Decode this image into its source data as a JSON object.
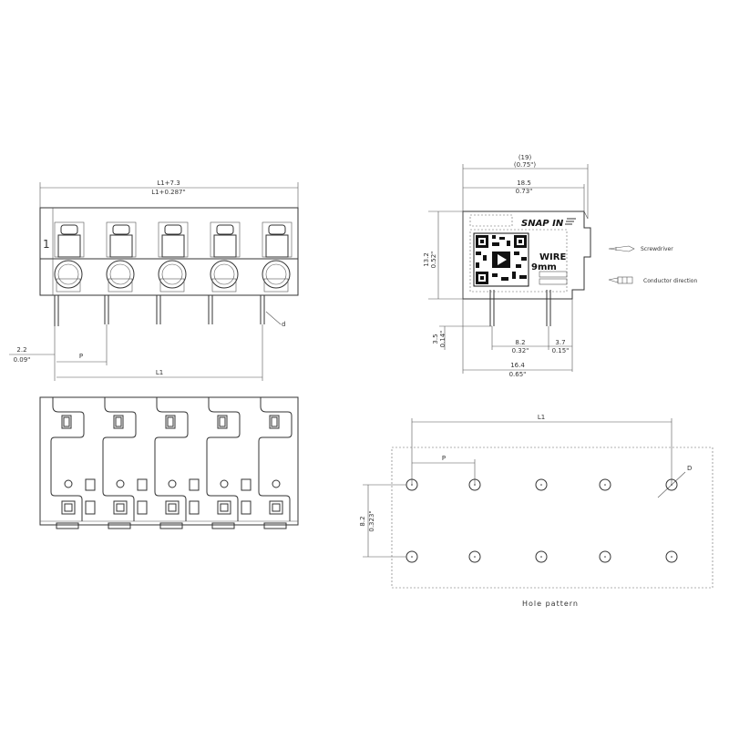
{
  "front_view": {
    "overall_width": "L1+7.3",
    "overall_width_inch": "L1+0.287\"",
    "pole_number": "1",
    "offset": "2.2",
    "offset_inch": "0.09\"",
    "pitch": "P",
    "length": "L1",
    "pin_dia": "d"
  },
  "side_view": {
    "total_width": "(19)",
    "total_width_inch": "(0.75\")",
    "body_width": "18.5",
    "body_width_inch": "0.73\"",
    "height": "13.2",
    "height_inch": "0.52\"",
    "pin_length": "3.5",
    "pin_length_inch": "0.14\"",
    "pin_spacing": "8.2",
    "pin_spacing_inch": "0.32\"",
    "pin_offset": "3.7",
    "pin_offset_inch": "0.15\"",
    "base_width": "16.4",
    "base_width_inch": "0.65\"",
    "label_brand": "SNAP IN",
    "label_wire": "WIRE",
    "label_size": "9mm"
  },
  "legend": {
    "screwdriver": "Screwdriver",
    "conductor": "Conductor direction"
  },
  "hole_pattern": {
    "length": "L1",
    "pitch": "P",
    "hole_dia": "D",
    "row_spacing": "8.2",
    "row_spacing_inch": "0.323\"",
    "title": "Hole pattern"
  }
}
